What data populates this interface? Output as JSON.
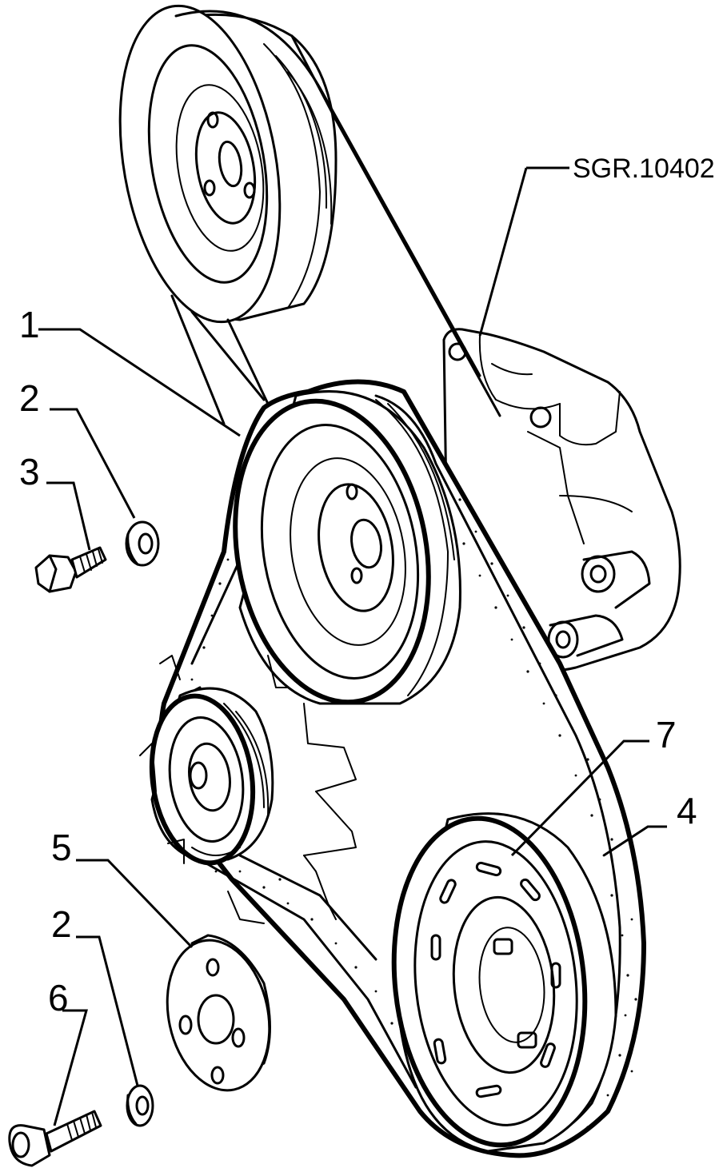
{
  "drawing": {
    "reference": "SGR.10402"
  },
  "callouts": [
    {
      "id": "callout-1",
      "number": "1"
    },
    {
      "id": "callout-2-upper",
      "number": "2"
    },
    {
      "id": "callout-3",
      "number": "3"
    },
    {
      "id": "callout-4",
      "number": "4"
    },
    {
      "id": "callout-5",
      "number": "5"
    },
    {
      "id": "callout-2-lower",
      "number": "2"
    },
    {
      "id": "callout-6",
      "number": "6"
    },
    {
      "id": "callout-7",
      "number": "7"
    }
  ],
  "parts": [
    {
      "callout": "1",
      "icon": "belt-pulley-icon"
    },
    {
      "callout": "2",
      "icon": "washer-icon"
    },
    {
      "callout": "3",
      "icon": "hex-bolt-icon"
    },
    {
      "callout": "4",
      "icon": "drive-belt-icon"
    },
    {
      "callout": "5",
      "icon": "flange-plate-icon"
    },
    {
      "callout": "6",
      "icon": "socket-cap-screw-icon"
    },
    {
      "callout": "7",
      "icon": "crankshaft-pulley-icon"
    }
  ],
  "colors": {
    "line": "#000000",
    "background": "#ffffff"
  }
}
